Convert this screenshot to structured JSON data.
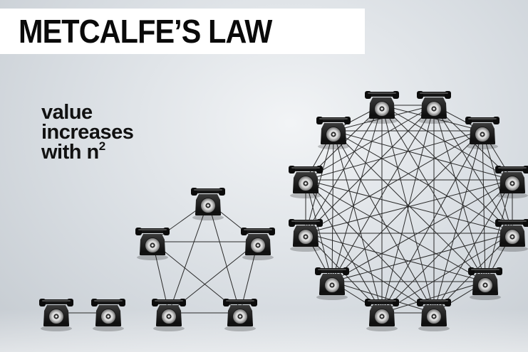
{
  "title": "METCALFE’S LAW",
  "caption": {
    "line1": "value",
    "line2": "increases",
    "line3_prefix": "with n",
    "line3_sup": "2"
  },
  "networks": [
    {
      "id": "two-phones",
      "nodes": 2
    },
    {
      "id": "five-phones",
      "nodes": 5
    },
    {
      "id": "twelve-phones",
      "nodes": 12
    }
  ],
  "node_icon": "telephone-icon"
}
